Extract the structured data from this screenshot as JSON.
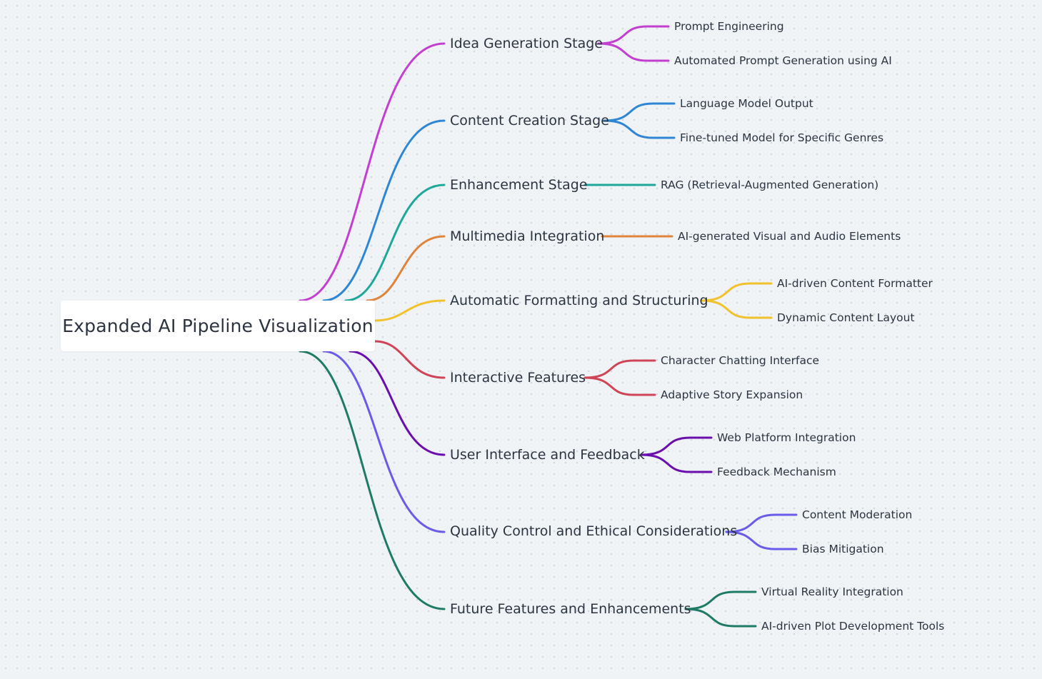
{
  "root": {
    "label": "Expanded AI Pipeline Visualization"
  },
  "branches": [
    {
      "id": "idea-generation",
      "label": "Idea Generation Stage",
      "color": "#c33fcf",
      "children": [
        "Prompt Engineering",
        "Automated Prompt Generation using AI"
      ]
    },
    {
      "id": "content-creation",
      "label": "Content Creation Stage",
      "color": "#2f86d4",
      "children": [
        "Language Model Output",
        "Fine-tuned Model for Specific Genres"
      ]
    },
    {
      "id": "enhancement",
      "label": "Enhancement Stage",
      "color": "#1fa89a",
      "children": [
        "RAG (Retrieval-Augmented Generation)"
      ]
    },
    {
      "id": "multimedia-integration",
      "label": "Multimedia Integration",
      "color": "#e0843c",
      "children": [
        "AI-generated Visual and Audio Elements"
      ]
    },
    {
      "id": "automatic-formatting",
      "label": "Automatic Formatting and Structuring",
      "color": "#f2c12e",
      "children": [
        "AI-driven Content Formatter",
        "Dynamic Content Layout"
      ]
    },
    {
      "id": "interactive-features",
      "label": "Interactive Features",
      "color": "#cf4456",
      "children": [
        "Character Chatting Interface",
        "Adaptive Story Expansion"
      ]
    },
    {
      "id": "user-interface-feedback",
      "label": "User Interface and Feedback",
      "color": "#6a0fae",
      "children": [
        "Web Platform Integration",
        "Feedback Mechanism"
      ]
    },
    {
      "id": "quality-control",
      "label": "Quality Control and Ethical Considerations",
      "color": "#6a5be8",
      "children": [
        "Content Moderation",
        "Bias Mitigation"
      ]
    },
    {
      "id": "future-features",
      "label": "Future Features and Enhancements",
      "color": "#1f7a66",
      "children": [
        "Virtual Reality Integration",
        "AI-driven Plot Development Tools"
      ]
    }
  ]
}
